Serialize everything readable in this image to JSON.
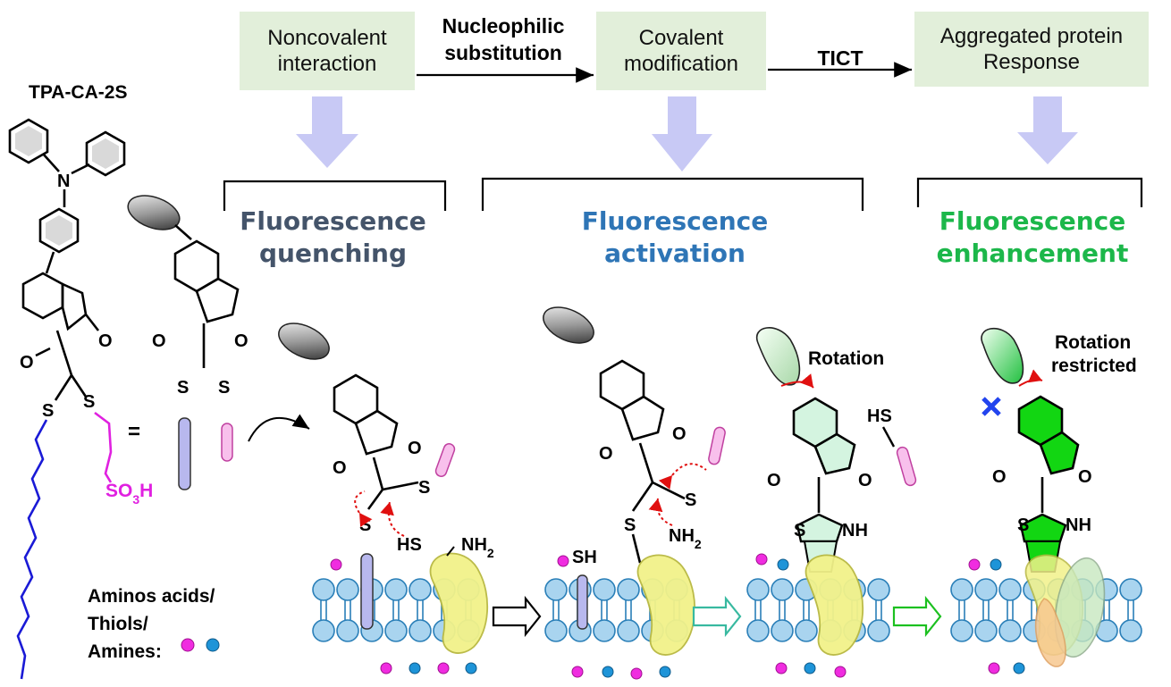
{
  "flow": {
    "step1": "Noncovalent\ninteraction",
    "arrow1": "Nucleophilic\nsubstitution",
    "step2": "Covalent\nmodification",
    "arrow2": "TICT",
    "step3": "Aggregated protein\nResponse"
  },
  "outcomes": {
    "quenching": "Fluorescence\nquenching",
    "activation": "Fluorescence\nactivation",
    "enhancement": "Fluorescence\nenhancement"
  },
  "colors": {
    "box": "#e2efda",
    "quenching": "#44546a",
    "activation": "#2e75b6",
    "enhancement": "#1cb74a",
    "sulfonate": "#e020e0",
    "alkyl": "#1a1ad6",
    "membrane": "#a9d4ef",
    "protein": "#f2f28a"
  },
  "probe": {
    "name": "TPA-CA-2S",
    "equals": "=",
    "sulfonate": "SO3H",
    "S1": "S",
    "S2": "S",
    "O": "O"
  },
  "labels": {
    "SH": "SH",
    "HS": "HS",
    "NH2": "NH2",
    "NH": "NH",
    "S": "S",
    "O": "O",
    "rotation": "Rotation",
    "rotation_restricted": "Rotation\nrestricted"
  },
  "legend": {
    "text": "Aminos acids/\nThiols/\nAmines:"
  }
}
